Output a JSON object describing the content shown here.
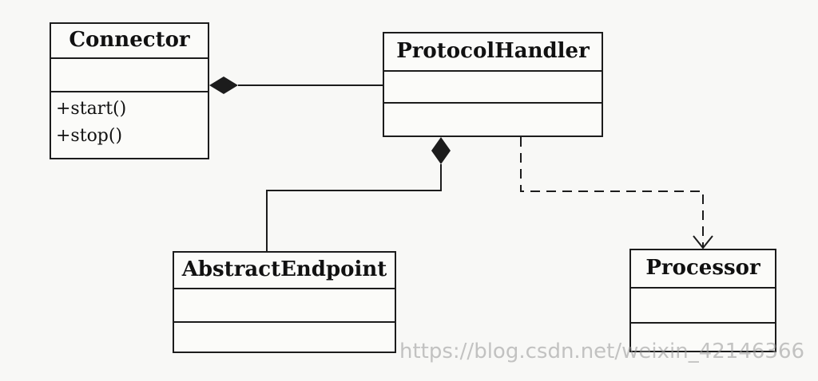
{
  "diagram": {
    "classes": {
      "connector": {
        "name": "Connector",
        "operations": [
          "+start()",
          "+stop()"
        ]
      },
      "protocol_handler": {
        "name": "ProtocolHandler"
      },
      "abstract_endpoint": {
        "name": "AbstractEndpoint"
      },
      "processor": {
        "name": "Processor"
      }
    },
    "relations": [
      {
        "from": "Connector",
        "to": "ProtocolHandler",
        "kind": "composition"
      },
      {
        "from": "ProtocolHandler",
        "to": "AbstractEndpoint",
        "kind": "composition"
      },
      {
        "from": "ProtocolHandler",
        "to": "Processor",
        "kind": "dependency"
      }
    ],
    "colors": {
      "line": "#1c1c1c",
      "background": "#f8f8f6",
      "watermark": "#969696"
    }
  },
  "watermark": "https://blog.csdn.net/weixin_42146366"
}
